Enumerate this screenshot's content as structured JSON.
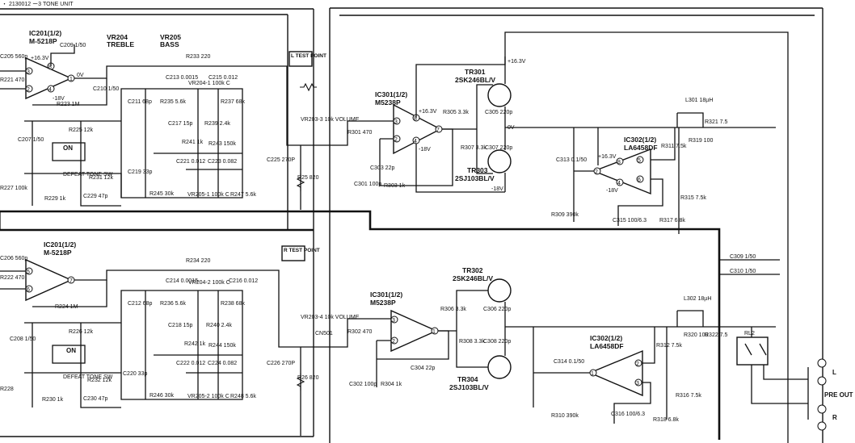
{
  "header_fragment": "・ 2130012 ー3 TONE UNIT",
  "tone": {
    "upper": {
      "ic": "IC201(1/2)",
      "ic_part": "M-5218P",
      "vr_treble": "VR204",
      "vr_treble_name": "TREBLE",
      "vr_bass": "VR205",
      "vr_bass_name": "BASS",
      "test_point": "L TEST POINT",
      "supply_pos": "+16.3V",
      "supply_neg": "-18V",
      "zero_v": "0V",
      "pins": [
        "3",
        "2",
        "1",
        "4",
        "8"
      ],
      "parts": [
        "C205 560p",
        "R221 470",
        "C209 1/50",
        "R233 220",
        "C210 1/50",
        "R223 1M",
        "C213 0.0015",
        "VR204-1 100k C",
        "C215 0.012",
        "C211 68p",
        "R235 5.6k",
        "R237 68k",
        "C217 15p",
        "R239 2.4k",
        "R241 1k",
        "R243 150k",
        "C221 0.012",
        "C223 0.082",
        "C219 33p",
        "R245 30k",
        "VR205-1 100k C",
        "R247 5.6k",
        "C225 270P",
        "R225 12k",
        "C207 1/50",
        "R227 100k",
        "R229 1k",
        "R231 12k",
        "C229 47p",
        "R25 820",
        "VR203-3 10k VOLUME"
      ],
      "switch_on": "ON",
      "switch_name": "DEFEAT TONE SW"
    },
    "lower": {
      "ic": "IC201(1/2)",
      "ic_part": "M-5218P",
      "test_point": "R TEST POINT",
      "pins": [
        "5",
        "6",
        "7"
      ],
      "parts": [
        "C206 560p",
        "R222 470",
        "R234 220",
        "C214 0.0015",
        "VR204-2 100k C",
        "C216 0.012",
        "C212 68p",
        "R236 5.6k",
        "R238 68k",
        "C218 15p",
        "R240 2.4k",
        "R242 1k",
        "R244 150k",
        "C220 33p",
        "C222 0.012",
        "C224 0.082",
        "R246 30k",
        "VR205-2 100k C",
        "R248 5.6k",
        "C226 270P",
        "R224 1M",
        "R226 12k",
        "C208 1/50",
        "R228",
        "R230 1k",
        "R232 12k",
        "C230 47p",
        "R26 820",
        "VR203-4 10k VOLUME",
        "CN501"
      ],
      "switch_on": "ON",
      "switch_name": "DEFEAT TONE SW"
    }
  },
  "preamp": {
    "upper": {
      "ic1": "IC301(1/2)",
      "ic1_part": "M5238P",
      "ic2": "IC302(1/2)",
      "ic2_part": "LA6458DF",
      "tr_top": "TR301",
      "tr_top_part": "2SK246BL/V",
      "tr_bot": "TR303",
      "tr_bot_part": "2SJ103BL/V",
      "supply_pos": "+16.3V",
      "supply_neg": "-18V",
      "zero_v": "0V",
      "pins": [
        "3",
        "2",
        "1",
        "8",
        "7",
        "6",
        "5",
        "4"
      ],
      "parts": [
        "R301 470",
        "C301 100p",
        "R303 1k",
        "C303 22p",
        "R305 3.3k",
        "C305 220p",
        "R307 3.3k",
        "C307 220p",
        "C313 0.1/50",
        "R309 390k",
        "C315 100/6.3",
        "R317 6.8k",
        "R315 7.5k",
        "R311 7.5k",
        "R319 100",
        "L301 18µH",
        "R321 7.5"
      ]
    },
    "lower": {
      "ic1": "IC301(1/2)",
      "ic1_part": "M5238P",
      "ic2": "IC302(1/2)",
      "ic2_part": "LA6458DF",
      "tr_top": "TR302",
      "tr_top_part": "2SK246BL/V",
      "tr_bot": "TR304",
      "tr_bot_part": "2SJ103BL/V",
      "pins": [
        "3",
        "2",
        "1",
        "2",
        "1"
      ],
      "parts": [
        "R302 470",
        "C302 100p",
        "R304 1k",
        "C304 22p",
        "R306 3.3k",
        "C306 220p",
        "R308 3.3k",
        "C308 220p",
        "C314 0.1/50",
        "R310 390k",
        "C316 100/6.3",
        "R318 6.8k",
        "R316 7.5k",
        "R312 7.5k",
        "R320 100",
        "L302 18µH",
        "R322 7.5",
        "C309 1/50",
        "C310 1/50",
        "RL2"
      ]
    }
  },
  "output": {
    "title": "PRE OUT",
    "left": "L",
    "right": "R"
  }
}
